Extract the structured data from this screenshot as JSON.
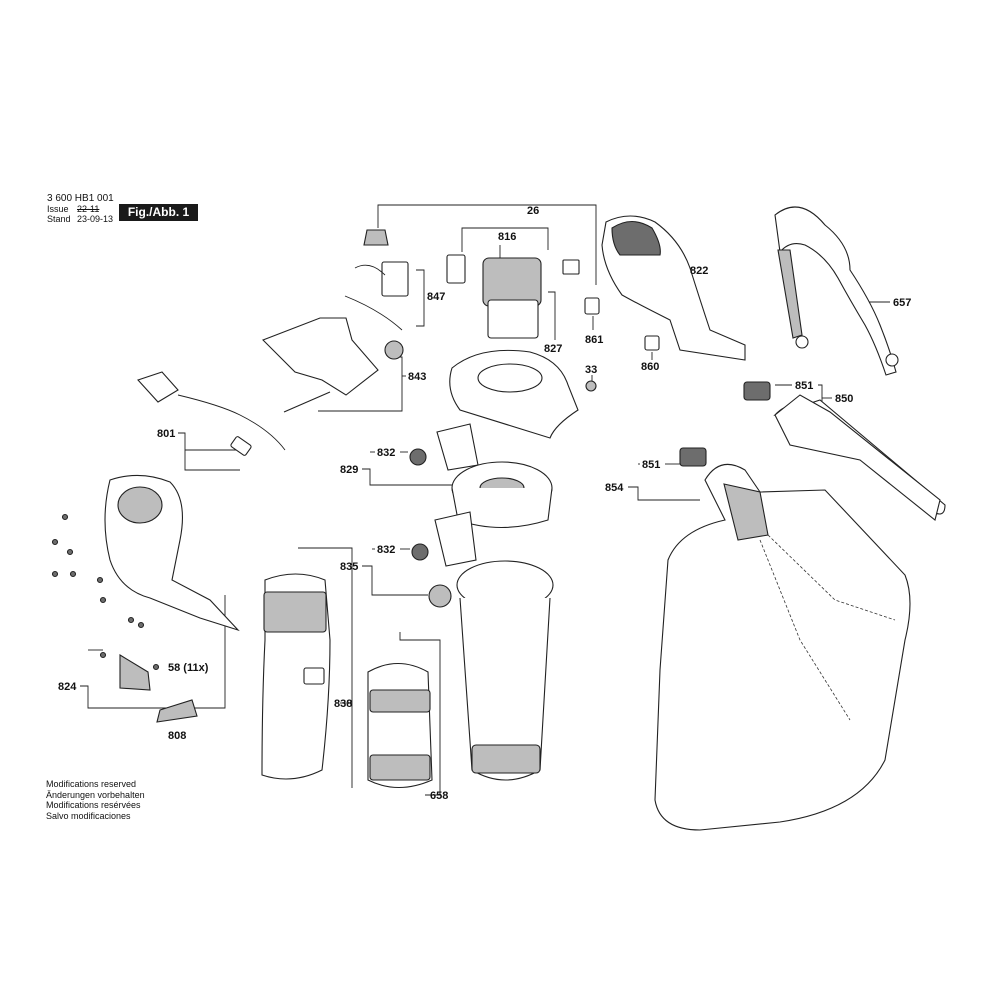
{
  "header": {
    "part_number": "3 600 HB1 001",
    "issue_label": "Issue",
    "issue_value": "22-11",
    "stand_label": "Stand",
    "stand_value": "23-09-13",
    "figure_label": "Fig./Abb. 1"
  },
  "labels": {
    "l26": "26",
    "l816": "816",
    "l822": "822",
    "l657": "657",
    "l847": "847",
    "l861": "861",
    "l827": "827",
    "l843": "843",
    "l33": "33",
    "l860": "860",
    "l851a": "851",
    "l850": "850",
    "l801": "801",
    "l832a": "832",
    "l829": "829",
    "l851b": "851",
    "l854": "854",
    "l832b": "832",
    "l835": "835",
    "l58": "58 (11x)",
    "l824": "824",
    "l838": "838",
    "l808": "808",
    "l658": "658"
  },
  "footer": {
    "line1": "Modifications reserved",
    "line2": "Änderungen vorbehalten",
    "line3": "Modifications resérvées",
    "line4": "Salvo modificaciones"
  }
}
